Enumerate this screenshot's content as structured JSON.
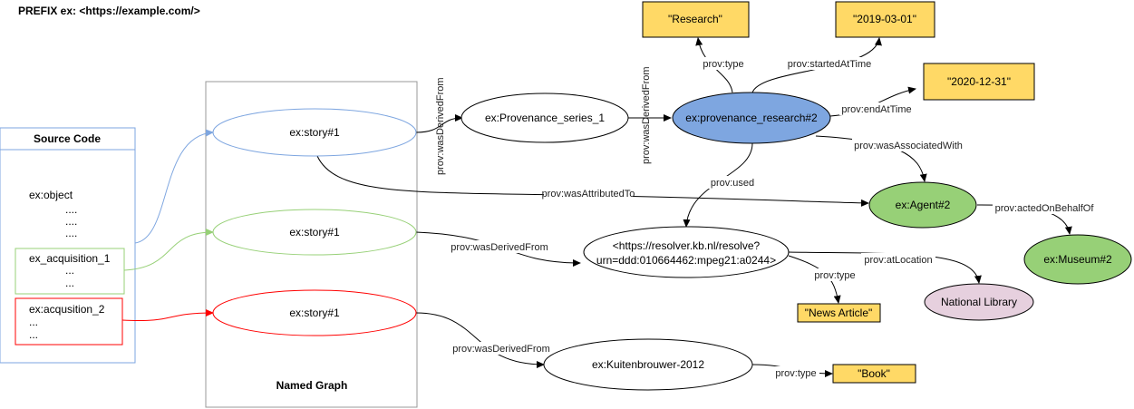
{
  "prefix": "PREFIX ex: <https://example.com/>",
  "source_code": {
    "title": "Source Code",
    "object_lines": [
      "ex:object",
      "....",
      "....",
      "...."
    ],
    "acq1_lines": [
      "ex_acquisition_1",
      "...",
      "..."
    ],
    "acq2_lines": [
      "ex:acqusition_2",
      "...",
      "..."
    ]
  },
  "named_graph": {
    "title": "Named Graph"
  },
  "colors": {
    "blue": "#7ea6e0",
    "green": "#97d077",
    "red": "#ff0000",
    "yellow": "#ffd966",
    "pink": "#e6d0de",
    "stroke": "#000000"
  },
  "nodes": {
    "story1": "ex:story#1",
    "story2": "ex:story#1",
    "story3": "ex:story#1",
    "prov_series": "ex:Provenance_series_1",
    "prov_research": "ex:provenance_research#2",
    "research_lit": "\"Research\"",
    "date_start": "\"2019-03-01\"",
    "date_end": "\"2020-12-31\"",
    "agent": "ex:Agent#2",
    "museum": "ex:Museum#2",
    "resolver_line1": "<https://resolver.kb.nl/resolve?",
    "resolver_line2": "urn=ddd:010664462:mpeg21:a0244>",
    "national_library": "National Library",
    "news_article": "\"News Article\"",
    "kuitenbrouwer": "ex:Kuitenbrouwer-2012",
    "book": "\"Book\""
  },
  "edges": {
    "was_derived_from_1": "prov:wasDerivedFrom",
    "was_derived_from_2": "prov:wasDerivedFrom",
    "was_derived_from_3": "prov:wasDerivedFrom",
    "was_derived_from_4": "prov:wasDerivedFrom",
    "type_research": "prov:type",
    "started_at": "prov:startedAtTime",
    "ended_at": "prov:endAtTime",
    "associated_with": "prov:wasAssociatedWith",
    "used": "prov:used",
    "attributed_to": "prov:wasAttributedTo",
    "acted_on_behalf": "prov:actedOnBehalfOf",
    "at_location": "prov:atLocation",
    "type_news": "prov:type",
    "type_book": "prov:type"
  }
}
